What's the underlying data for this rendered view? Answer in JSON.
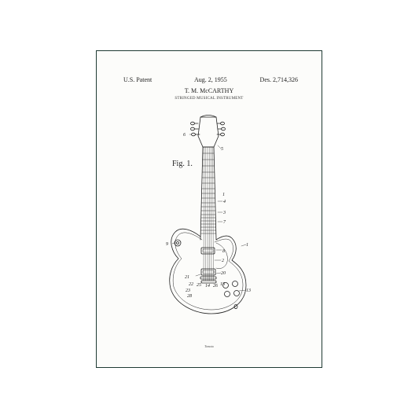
{
  "patent": {
    "office": "U.S. Patent",
    "date": "Aug. 2, 1955",
    "number": "Des. 2,714,326",
    "inventor": "T. M. McCARTHY",
    "title": "STRINGED MUSICAL INSTRUMENT",
    "figure_label": "Fig. 1.",
    "signature": "Tomoto"
  },
  "callouts": {
    "c6": "6",
    "c5": "5",
    "c4": "4",
    "c3": "3",
    "c7": "7",
    "c9": "9",
    "c8": "8",
    "c2": "2",
    "c1": "1",
    "c21": "21",
    "c20": "20",
    "c22": "22",
    "c23": "23",
    "c25": "25",
    "c14": "14",
    "c26": "26",
    "c15": "15",
    "c13": "13",
    "c28": "28"
  },
  "colors": {
    "frame": "#1f3a33",
    "ink": "#222222"
  }
}
